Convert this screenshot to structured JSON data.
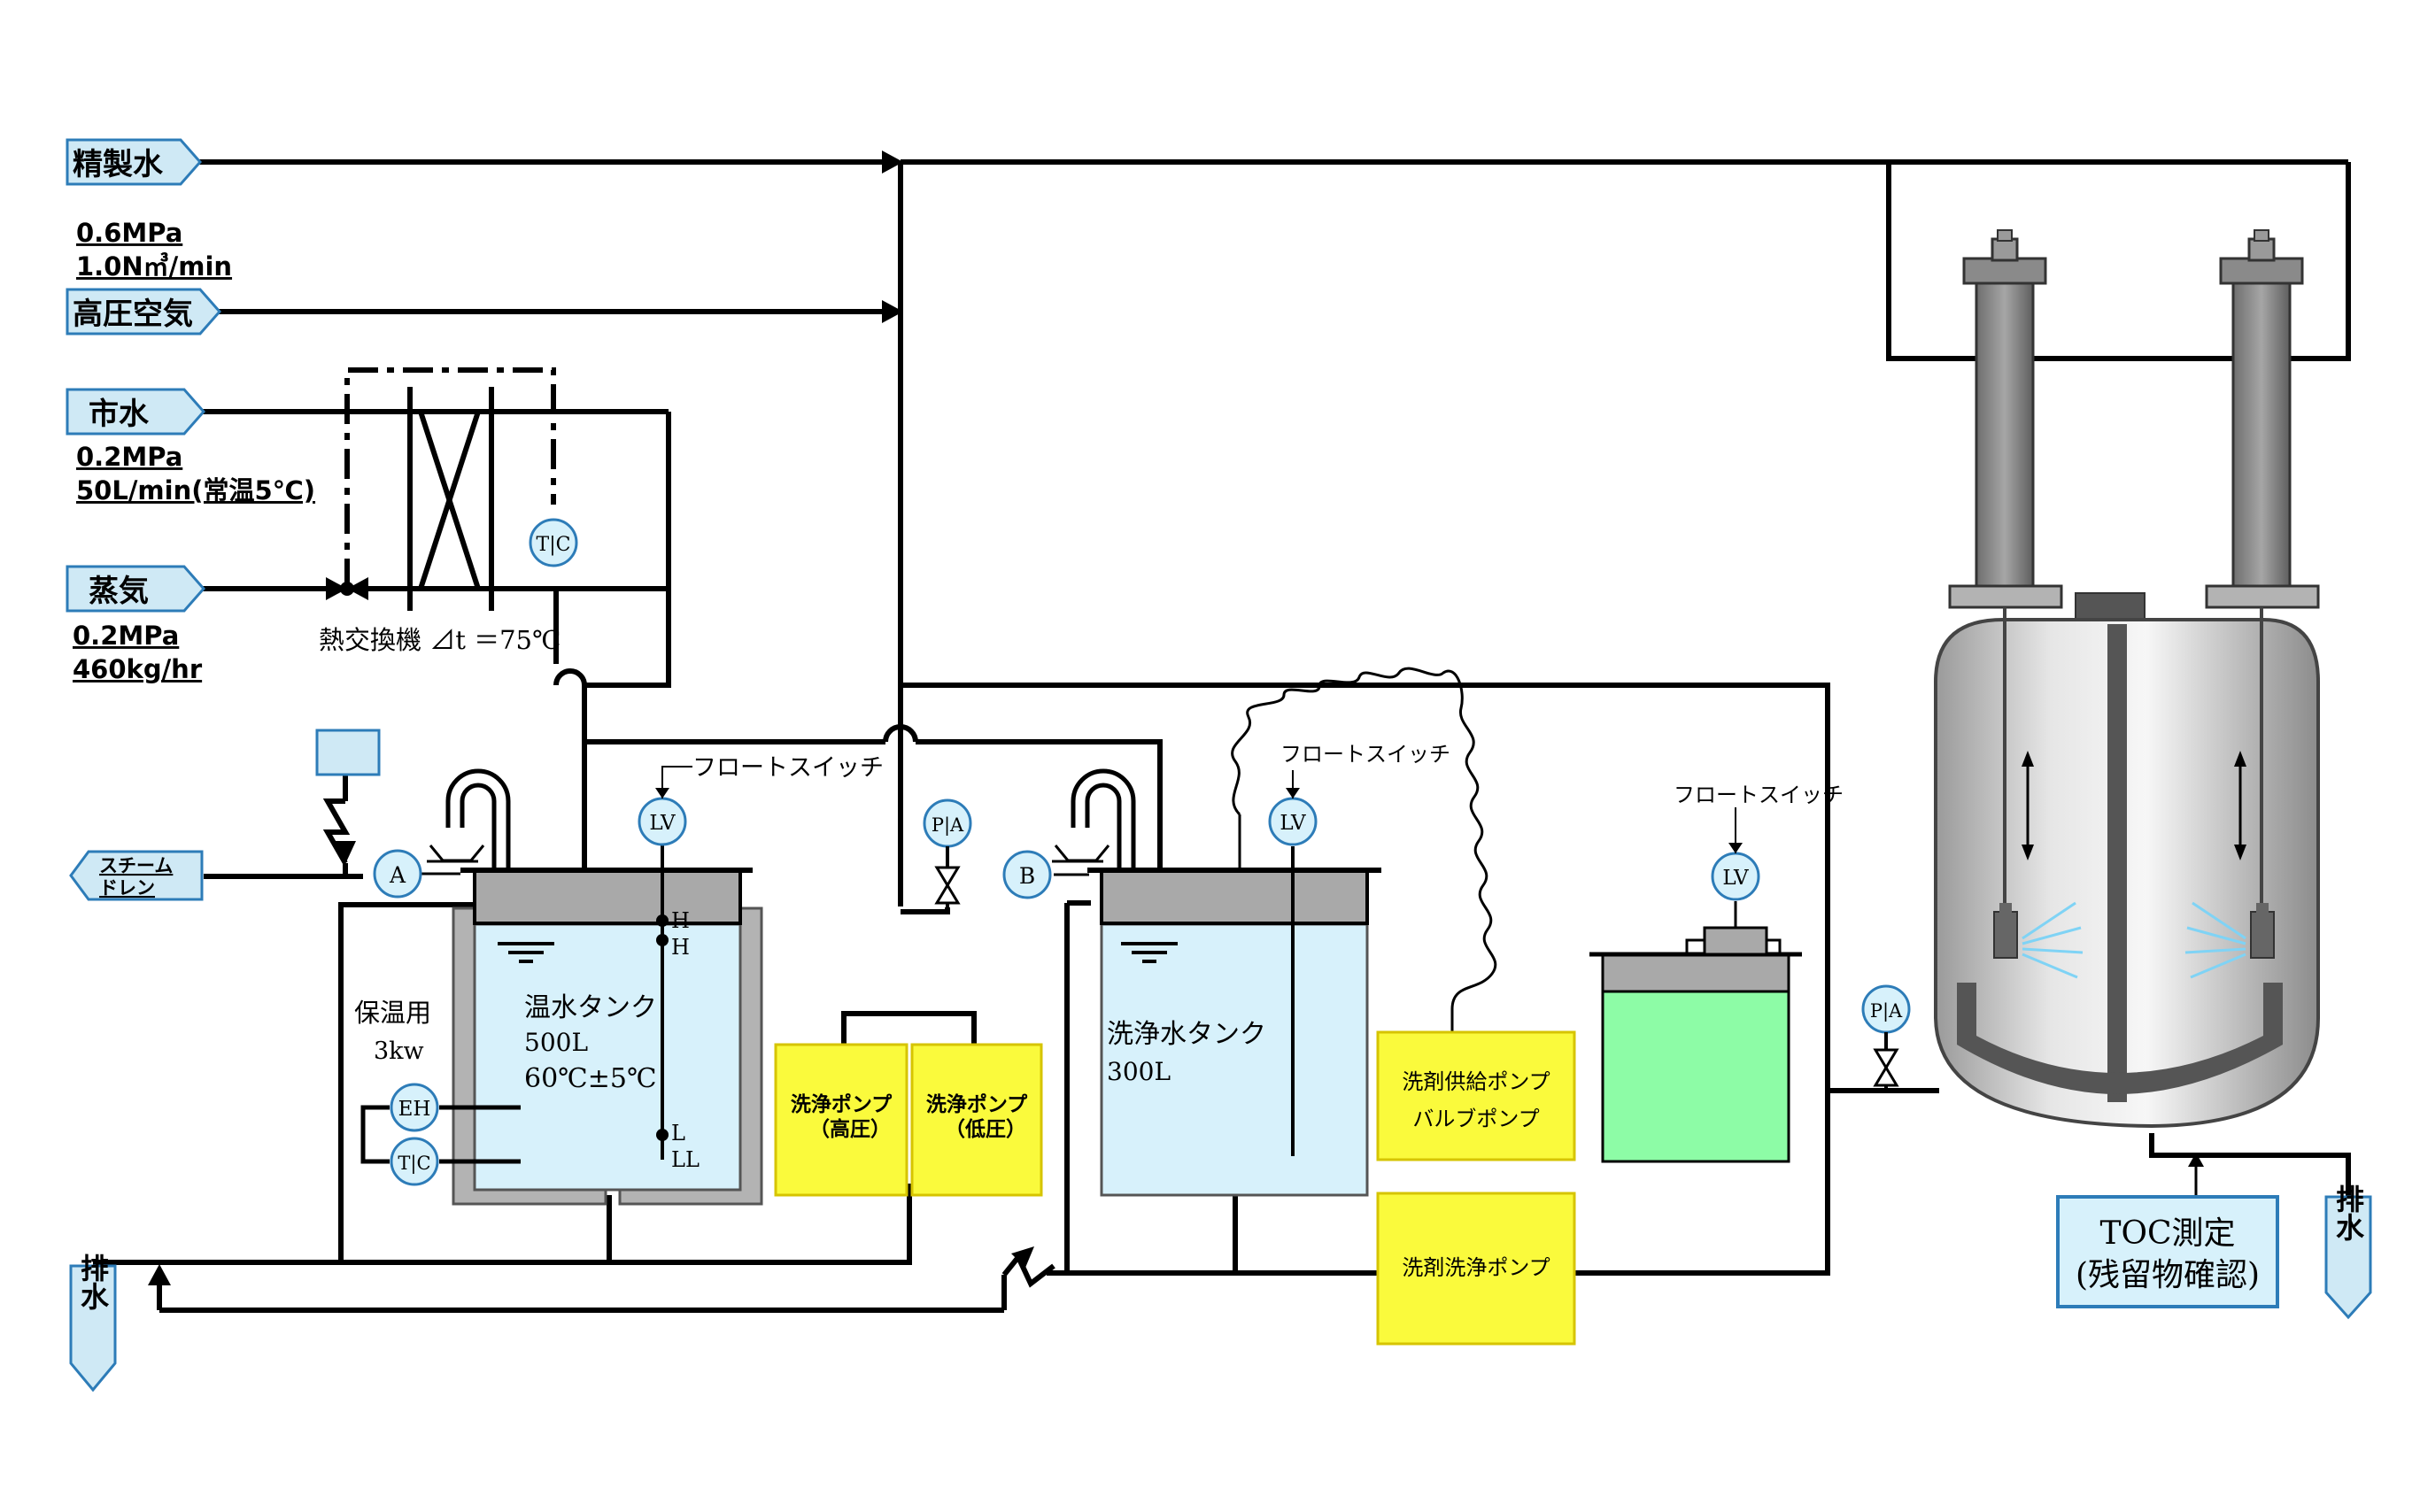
{
  "colors": {
    "tag_fill": "#cfe9f5",
    "tag_stroke": "#2d7cb8",
    "water_fill": "#d7f1fb",
    "pump_fill": "#fafa3c",
    "pump_stroke": "#d6c400",
    "detergent_fill": "#8dfca6",
    "tank_lid": "#a9a9a9",
    "jacket": "#b3b3b3"
  },
  "inputs": {
    "purified_water": "精製水",
    "air_pressure": "0.6MPa",
    "air_flow": "1.0N㎥/min",
    "high_pressure_air": "高圧空気",
    "city_water": "市水",
    "city_pressure": "0.2MPa",
    "city_flow": "50L/min(常温5℃)",
    "steam": "蒸気",
    "steam_pressure": "0.2MPa",
    "steam_flow": "460kg/hr",
    "steam_drain_1": "スチーム",
    "steam_drain_2": "ドレン"
  },
  "heat_exchanger": {
    "label": "熱交換機 ⊿t ＝75℃",
    "tc": "T|C"
  },
  "hot_tank": {
    "name": "温水タンク",
    "volume": "500L",
    "temp": "60℃±5℃",
    "level_h1": "H",
    "level_h2": "H",
    "level_l": "L",
    "level_ll": "LL",
    "keep_warm_1": "保温用",
    "keep_warm_2": "3kw",
    "eh": "EH",
    "tc": "T|C",
    "float_switch": "フロートスイッチ",
    "lv": "LV",
    "marker_a": "A"
  },
  "pumps": {
    "high_line1": "洗浄ポンプ",
    "high_line2": "（高圧）",
    "low_line1": "洗浄ポンプ",
    "low_line2": "（低圧）",
    "pa": "P|A"
  },
  "wash_tank": {
    "name": "洗浄水タンク",
    "volume": "300L",
    "float_switch": "フロートスイッチ",
    "lv": "LV",
    "marker_b": "B"
  },
  "detergent": {
    "supply_pump_1": "洗剤供給ポンプ",
    "supply_pump_2": "バルブポンプ",
    "wash_pump": "洗剤洗浄ポンプ",
    "float_switch": "フロートスイッチ",
    "lv": "LV",
    "pa": "P|A"
  },
  "outputs": {
    "drain_left": "排水",
    "drain_right": "排水",
    "toc_line1": "TOC測定",
    "toc_line2": "(残留物確認)"
  }
}
